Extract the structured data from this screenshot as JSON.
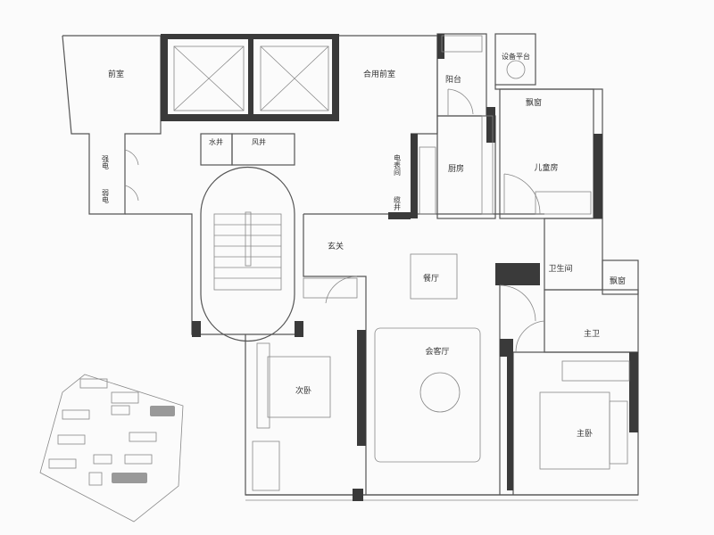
{
  "plan": {
    "rooms": {
      "front_room": "前室",
      "shared_front_room": "合用前室",
      "water_shaft": "水井",
      "air_shaft": "风井",
      "strong_power": "强电",
      "weak_power": "弱电",
      "meter_room": "电表间",
      "cable_shaft": "缆井",
      "balcony": "阳台",
      "kitchen": "厨房",
      "equipment_platform": "设备平台",
      "bay_window_1": "飘窗",
      "kids_room": "儿童房",
      "bathroom": "卫生间",
      "bay_window_2": "飘窗",
      "master_bath": "主卫",
      "foyer": "玄关",
      "dining": "餐厅",
      "living": "会客厅",
      "second_bedroom": "次卧",
      "master_bedroom": "主卧"
    }
  },
  "colors": {
    "wall": "#3a3a3a",
    "line": "#555555",
    "background": "#fbfbfb"
  }
}
